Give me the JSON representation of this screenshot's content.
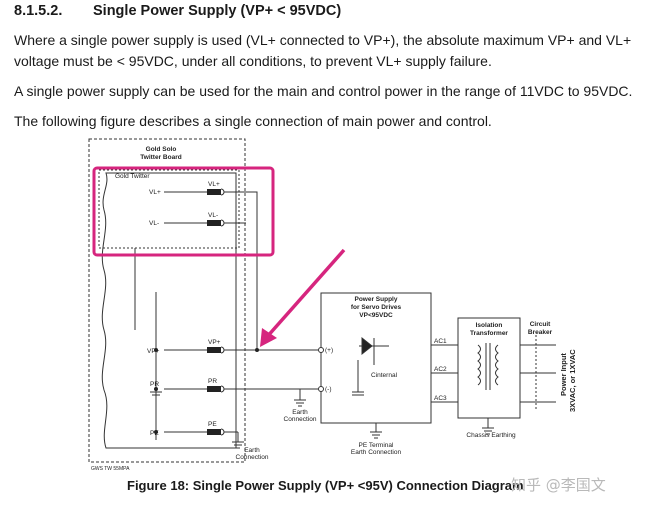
{
  "section": {
    "number": "8.1.5.2.",
    "title": "Single Power Supply (VP+ < 95VDC)"
  },
  "paragraphs": {
    "p1_line1": "Where a single power supply is used (VL+ connected to VP+), the absolute maximum VP+ and VL+",
    "p1_line2": "voltage must be < 95VDC, under all conditions, to prevent VL+ supply failure.",
    "p2": "A single power supply can be used for the main and control power in the range of 11VDC to 95VDC.",
    "p3": "The following figure describes a single connection of main power and control."
  },
  "diagram": {
    "board_title_line1": "Gold Solo",
    "board_title_line2": "Twitter Board",
    "inner_label": "Gold Twitter",
    "vl_plus": "VL+",
    "vl_minus": "VL-",
    "vp_plus": "VP+",
    "pr": "PR",
    "pe": "PE",
    "psu_line1": "Power Supply",
    "psu_line2": "for Servo Drives",
    "psu_line3": "VP<95VDC",
    "plus_terminal": "(+)",
    "minus_terminal": "(-)",
    "cinternal": "Cinternal",
    "ac1": "AC1",
    "ac2": "AC2",
    "ac3": "AC3",
    "isolation_line1": "Isolation",
    "isolation_line2": "Transformer",
    "breaker_line1": "Circuit",
    "breaker_line2": "Breaker",
    "power_input_line1": "Power Input",
    "power_input_line2": "3XVAC, or 1XVAC",
    "earth_line1": "Earth",
    "earth_line2": "Connection",
    "pe_terminal_line1": "PE Terminal",
    "pe_terminal_line2": "Earth Connection",
    "chassis_earthing": "Chassis Earthing",
    "doc_code": "GWS TW 55MPA",
    "colors": {
      "highlight": "#d6257e",
      "line": "#333333"
    }
  },
  "caption": "Figure 18: Single Power Supply (VP+ <95V) Connection Diagram",
  "watermark": "知乎 @李国文"
}
